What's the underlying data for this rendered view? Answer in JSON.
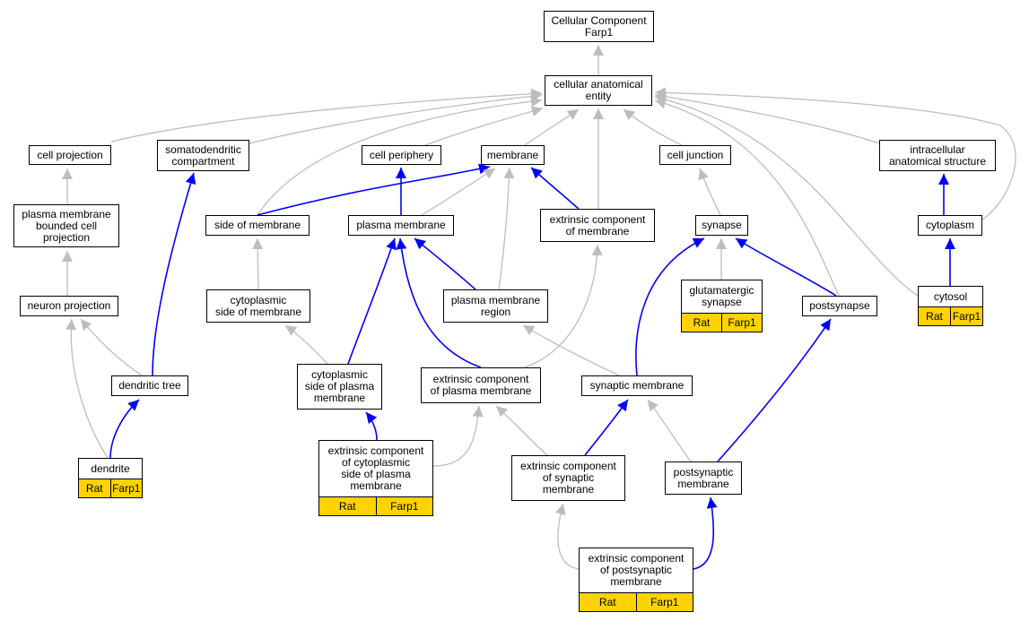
{
  "colors": {
    "is_a": "#bdbdbd",
    "part_of": "#0000ff",
    "annotation": "#ffd200"
  },
  "nodes": {
    "root": {
      "line1": "Cellular Component",
      "line2": "Farp1"
    },
    "entity": {
      "line1": "cellular anatomical",
      "line2": "entity"
    },
    "cell_projection": {
      "line1": "cell projection"
    },
    "somatodendritic": {
      "line1": "somatodendritic",
      "line2": "compartment"
    },
    "cell_periphery": {
      "line1": "cell periphery"
    },
    "membrane": {
      "line1": "membrane"
    },
    "cell_junction": {
      "line1": "cell junction"
    },
    "intracellular": {
      "line1": "intracellular",
      "line2": "anatomical structure"
    },
    "pm_bounded": {
      "line1": "plasma membrane",
      "line2": "bounded cell",
      "line3": "projection"
    },
    "side_of_membrane": {
      "line1": "side of membrane"
    },
    "plasma_membrane": {
      "line1": "plasma membrane"
    },
    "extrinsic_membrane": {
      "line1": "extrinsic component",
      "line2": "of membrane"
    },
    "synapse": {
      "line1": "synapse"
    },
    "cytoplasm": {
      "line1": "cytoplasm"
    },
    "glutamatergic": {
      "line1": "glutamatergic",
      "line2": "synapse",
      "tag1": "Rat",
      "tag2": "Farp1"
    },
    "cytosol": {
      "line1": "cytosol",
      "tag1": "Rat",
      "tag2": "Farp1"
    },
    "neuron_projection": {
      "line1": "neuron projection"
    },
    "cyto_side_membrane": {
      "line1": "cytoplasmic",
      "line2": "side of membrane"
    },
    "pm_region": {
      "line1": "plasma membrane",
      "line2": "region"
    },
    "postsynapse": {
      "line1": "postsynapse"
    },
    "dendritic_tree": {
      "line1": "dendritic tree"
    },
    "cyto_side_pm": {
      "line1": "cytoplasmic",
      "line2": "side of plasma",
      "line3": "membrane"
    },
    "extrinsic_pm": {
      "line1": "extrinsic component",
      "line2": "of plasma membrane"
    },
    "synaptic_membrane": {
      "line1": "synaptic membrane"
    },
    "dendrite": {
      "line1": "dendrite",
      "tag1": "Rat",
      "tag2": "Farp1"
    },
    "extrinsic_cyto_side_pm": {
      "line1": "extrinsic component",
      "line2": "of cytoplasmic",
      "line3": "side of plasma",
      "line4": "membrane",
      "tag1": "Rat",
      "tag2": "Farp1"
    },
    "extrinsic_synaptic": {
      "line1": "extrinsic component",
      "line2": "of synaptic",
      "line3": "membrane"
    },
    "postsynaptic_membrane": {
      "line1": "postsynaptic",
      "line2": "membrane"
    },
    "extrinsic_postsynaptic": {
      "line1": "extrinsic component",
      "line2": "of postsynaptic",
      "line3": "membrane",
      "tag1": "Rat",
      "tag2": "Farp1"
    }
  },
  "edges": [
    {
      "from": "entity",
      "to": "root",
      "type": "is_a"
    },
    {
      "from": "cell_projection",
      "to": "entity",
      "type": "is_a"
    },
    {
      "from": "somatodendritic",
      "to": "entity",
      "type": "is_a"
    },
    {
      "from": "cell_periphery",
      "to": "entity",
      "type": "is_a"
    },
    {
      "from": "membrane",
      "to": "entity",
      "type": "is_a"
    },
    {
      "from": "cell_junction",
      "to": "entity",
      "type": "is_a"
    },
    {
      "from": "intracellular",
      "to": "entity",
      "type": "is_a"
    },
    {
      "from": "side_of_membrane",
      "to": "entity",
      "type": "is_a"
    },
    {
      "from": "extrinsic_membrane",
      "to": "entity",
      "type": "is_a"
    },
    {
      "from": "cytoplasm",
      "to": "entity",
      "type": "is_a"
    },
    {
      "from": "cytosol",
      "to": "entity",
      "type": "is_a"
    },
    {
      "from": "postsynapse",
      "to": "entity",
      "type": "is_a"
    },
    {
      "from": "pm_bounded",
      "to": "cell_projection",
      "type": "is_a"
    },
    {
      "from": "neuron_projection",
      "to": "pm_bounded",
      "type": "is_a"
    },
    {
      "from": "dendritic_tree",
      "to": "neuron_projection",
      "type": "is_a"
    },
    {
      "from": "dendrite",
      "to": "neuron_projection",
      "type": "is_a"
    },
    {
      "from": "dendritic_tree",
      "to": "somatodendritic",
      "type": "part_of"
    },
    {
      "from": "dendrite",
      "to": "dendritic_tree",
      "type": "part_of"
    },
    {
      "from": "plasma_membrane",
      "to": "cell_periphery",
      "type": "part_of"
    },
    {
      "from": "side_of_membrane",
      "to": "membrane",
      "type": "part_of"
    },
    {
      "from": "plasma_membrane",
      "to": "membrane",
      "type": "is_a"
    },
    {
      "from": "pm_region",
      "to": "membrane",
      "type": "is_a"
    },
    {
      "from": "extrinsic_membrane",
      "to": "membrane",
      "type": "part_of"
    },
    {
      "from": "cyto_side_membrane",
      "to": "side_of_membrane",
      "type": "is_a"
    },
    {
      "from": "cyto_side_pm",
      "to": "cyto_side_membrane",
      "type": "is_a"
    },
    {
      "from": "cyto_side_pm",
      "to": "plasma_membrane",
      "type": "part_of"
    },
    {
      "from": "extrinsic_pm",
      "to": "plasma_membrane",
      "type": "part_of"
    },
    {
      "from": "pm_region",
      "to": "plasma_membrane",
      "type": "part_of"
    },
    {
      "from": "extrinsic_pm",
      "to": "extrinsic_membrane",
      "type": "is_a"
    },
    {
      "from": "synaptic_membrane",
      "to": "pm_region",
      "type": "is_a"
    },
    {
      "from": "extrinsic_cyto_side_pm",
      "to": "cyto_side_pm",
      "type": "part_of"
    },
    {
      "from": "extrinsic_cyto_side_pm",
      "to": "extrinsic_pm",
      "type": "is_a"
    },
    {
      "from": "extrinsic_synaptic",
      "to": "extrinsic_pm",
      "type": "is_a"
    },
    {
      "from": "synapse",
      "to": "cell_junction",
      "type": "is_a"
    },
    {
      "from": "glutamatergic",
      "to": "synapse",
      "type": "is_a"
    },
    {
      "from": "synaptic_membrane",
      "to": "synapse",
      "type": "part_of"
    },
    {
      "from": "postsynapse",
      "to": "synapse",
      "type": "part_of"
    },
    {
      "from": "postsynaptic_membrane",
      "to": "postsynapse",
      "type": "part_of"
    },
    {
      "from": "extrinsic_synaptic",
      "to": "synaptic_membrane",
      "type": "part_of"
    },
    {
      "from": "postsynaptic_membrane",
      "to": "synaptic_membrane",
      "type": "is_a"
    },
    {
      "from": "extrinsic_postsynaptic",
      "to": "extrinsic_synaptic",
      "type": "is_a"
    },
    {
      "from": "extrinsic_postsynaptic",
      "to": "postsynaptic_membrane",
      "type": "part_of"
    },
    {
      "from": "cytoplasm",
      "to": "intracellular",
      "type": "part_of"
    },
    {
      "from": "cytosol",
      "to": "cytoplasm",
      "type": "part_of"
    }
  ]
}
